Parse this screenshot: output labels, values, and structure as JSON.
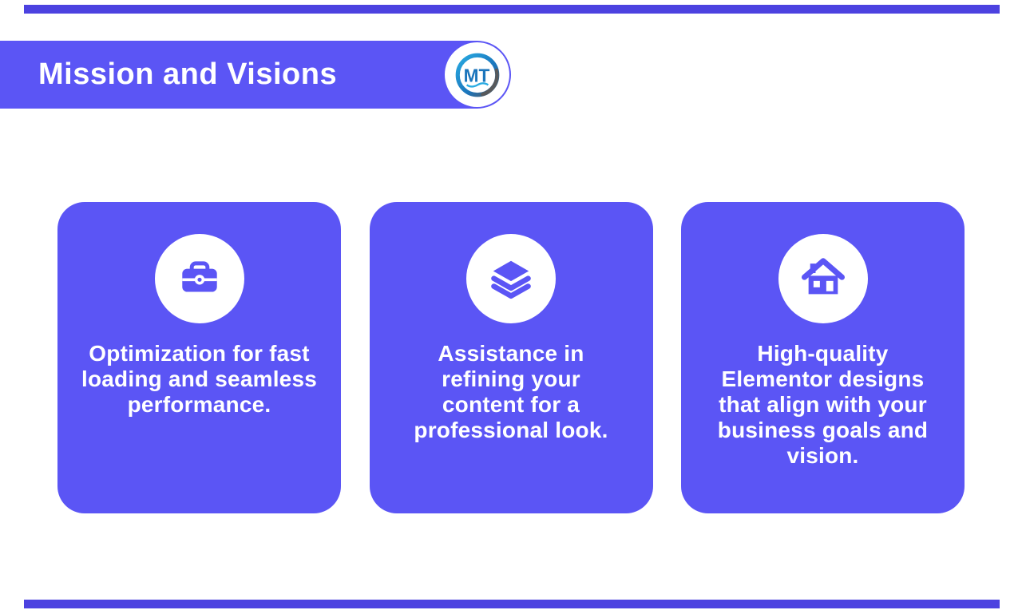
{
  "colors": {
    "accent": "#5B55F5",
    "stripe": "#4C42E0",
    "card_background": "#5B55F5",
    "text_white": "#FFFFFF",
    "logo_blue": "#1B75BC",
    "logo_cyan": "#29ABE2",
    "logo_gray": "#58595B"
  },
  "header": {
    "title": "Mission and Visions",
    "logo_text": "MT"
  },
  "cards": [
    {
      "icon": "briefcase-icon",
      "text": "Optimization for fast loading and seamless performance.",
      "lines": [
        "Optimization for fast",
        "loading and seamless",
        "performance."
      ]
    },
    {
      "icon": "layers-icon",
      "text": "Assistance in refining your content for a professional look.",
      "lines": [
        "Assistance in",
        "refining your",
        "content for a",
        "professional look."
      ]
    },
    {
      "icon": "house-icon",
      "text": "High-quality Elementor designs that align with your business goals and vision.",
      "lines": [
        "High-quality",
        "Elementor designs",
        "that align with your",
        "business goals and",
        "vision."
      ]
    }
  ]
}
